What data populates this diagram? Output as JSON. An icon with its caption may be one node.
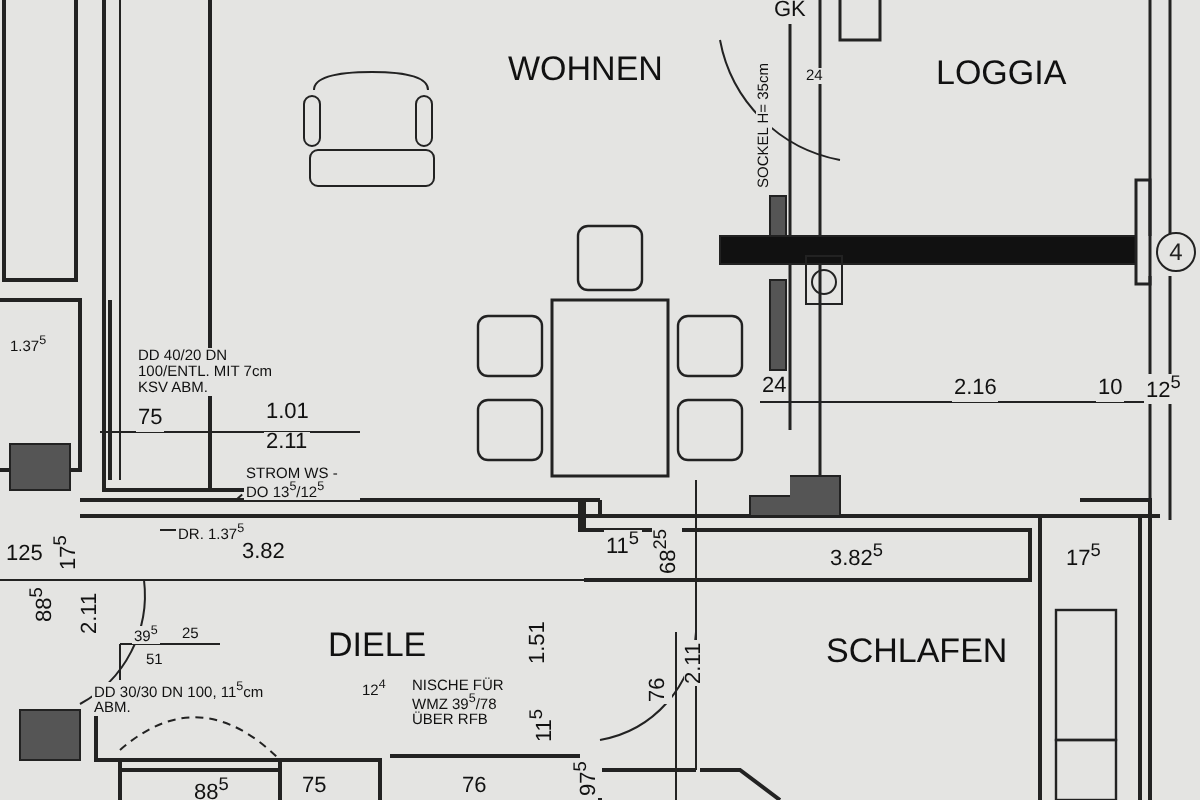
{
  "diagram": {
    "nodes": [
      {
        "text": [
          "4"
        ]
      }
    ],
    "edges": [],
    "labels": [
      "WOHNEN",
      "LOGGIA",
      "GK",
      "SOCKEL H= 35cm",
      "24",
      "DD 40/20 DN 100/ENTL. MIT 7cm KSV ABM.",
      "1.37$^{5}$",
      "75",
      "1.01",
      "2.11",
      "24",
      "2.16",
      "10",
      "12$^{5}$",
      "STROM WS - DO 13$^{5}$/12$^{5}$",
      "DR. 1.37$^{5}$",
      "125",
      "17$^{5}$",
      "3.82",
      "11$^{5}$",
      "68$^{25}$",
      "3.82$^{5}$",
      "17$^{5}$",
      "88$^{5}$",
      "2.11",
      "39$^{5}$",
      "25",
      "51",
      "DIELE",
      "1.51",
      "76",
      "2.11",
      "SCHLAFEN",
      "DD 30/30 DN 100, 11$^{5}$cm ABM.",
      "12$^{4}$",
      "NISCHE FÜR WMZ 39$^{5}$/78 ÜBER RFB",
      "11$^{5}$",
      "88$^{5}$",
      "75",
      "76",
      "97$^{5}$"
    ]
  }
}
